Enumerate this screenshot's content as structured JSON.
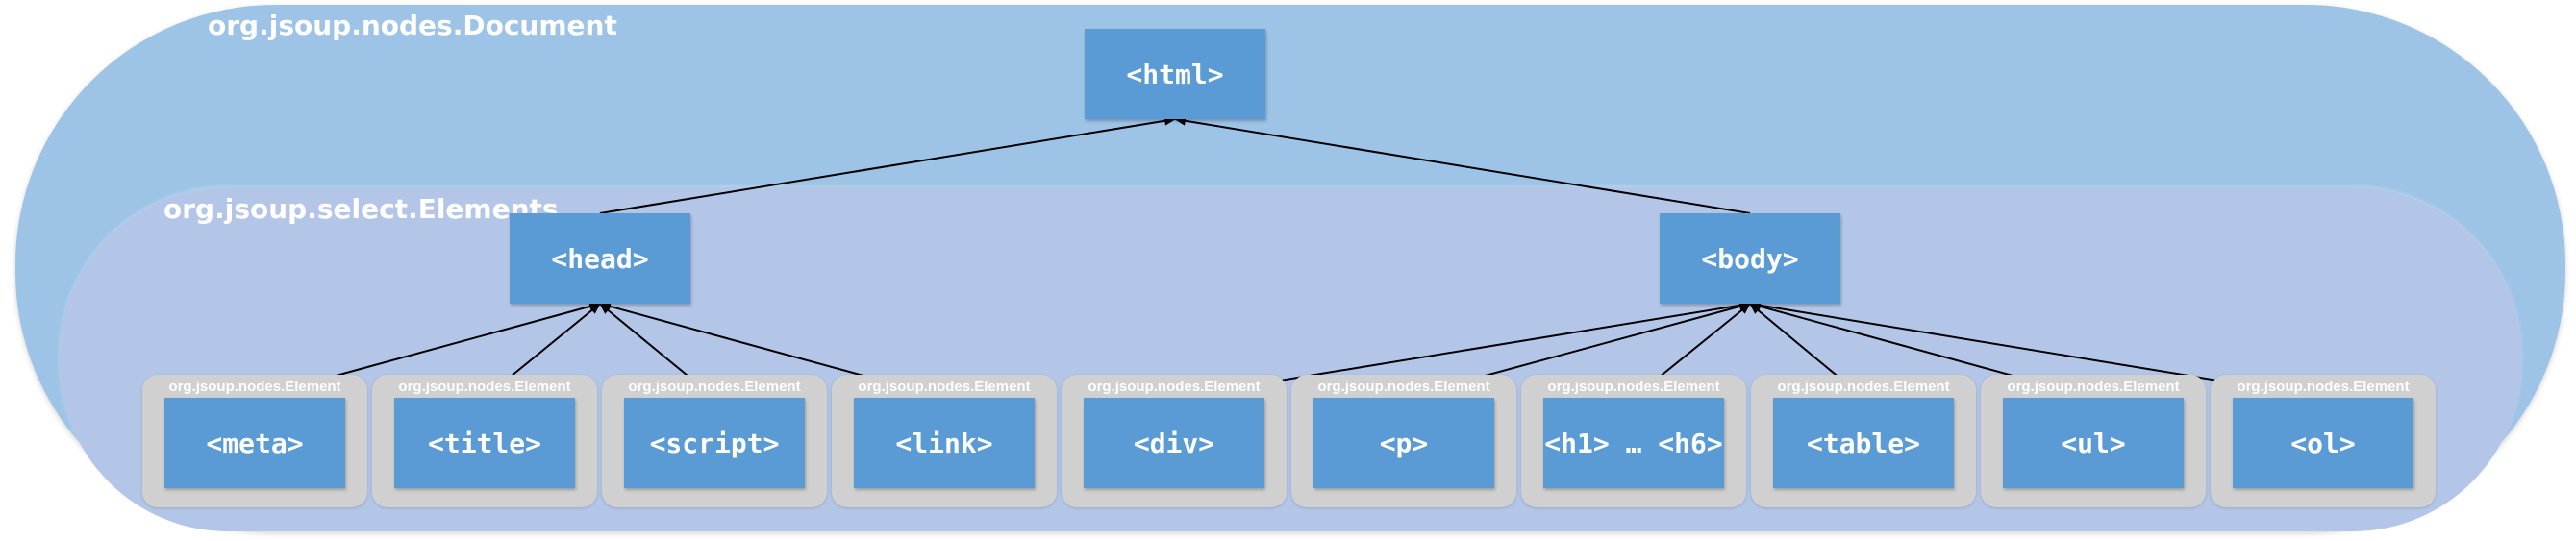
{
  "document_label": "org.jsoup.nodes.Document",
  "elements_label": "org.jsoup.select.Elements",
  "root": {
    "label": "<html>"
  },
  "head": {
    "label": "<head>"
  },
  "body": {
    "label": "<body>"
  },
  "leaf_caption": "org.jsoup.nodes.Element",
  "head_children": [
    {
      "label": "<meta>"
    },
    {
      "label": "<title>"
    },
    {
      "label": "<script>"
    },
    {
      "label": "<link>"
    }
  ],
  "body_children": [
    {
      "label": "<div>"
    },
    {
      "label": "<p>"
    },
    {
      "label": "<h1> … <h6>"
    },
    {
      "label": "<table>"
    },
    {
      "label": "<ul>"
    },
    {
      "label": "<ol>"
    }
  ],
  "colors": {
    "document_region": "#9dc3e6",
    "elements_region": "#b4c6e7",
    "node_fill": "#5b9bd5",
    "leaf_container": "#d0d0d0",
    "edge": "#000000"
  }
}
